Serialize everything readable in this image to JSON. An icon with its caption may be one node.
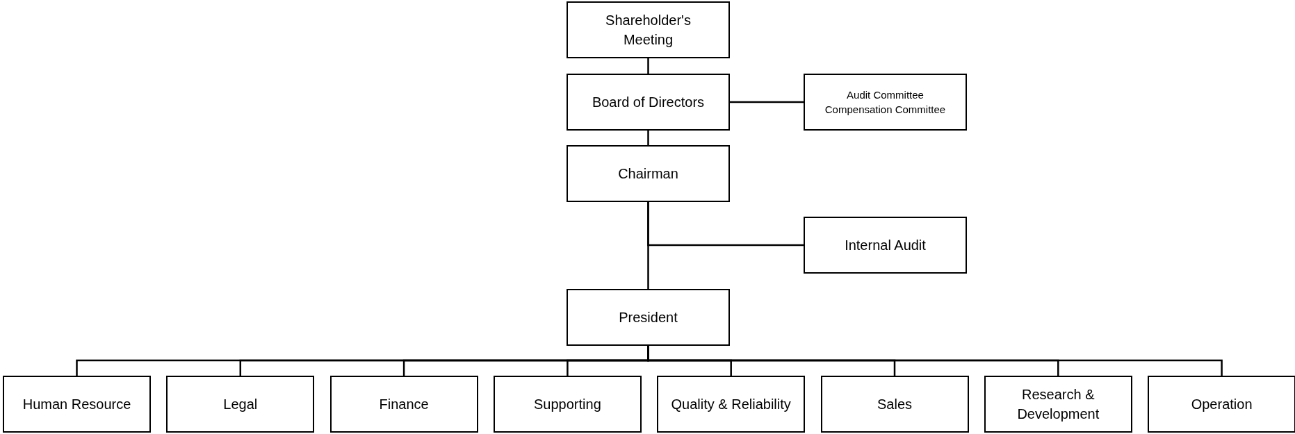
{
  "diagram": {
    "nodes": [
      {
        "text": [
          "Shareholder's Meeting"
        ]
      },
      {
        "text": [
          "Board of Directors"
        ]
      },
      {
        "text": [
          "Audit Committee",
          "Compensation Committee"
        ]
      },
      {
        "text": [
          "Chairman"
        ]
      },
      {
        "text": [
          "Internal Audit"
        ]
      },
      {
        "text": [
          "President"
        ]
      },
      {
        "text": [
          "Human Resource"
        ]
      },
      {
        "text": [
          "Legal"
        ]
      },
      {
        "text": [
          "Finance"
        ]
      },
      {
        "text": [
          "Supporting"
        ]
      },
      {
        "text": [
          "Quality & Reliability"
        ]
      },
      {
        "text": [
          "Sales"
        ]
      },
      {
        "text": [
          "Research & Development"
        ]
      },
      {
        "text": [
          "Operation"
        ]
      }
    ],
    "edges": [
      {
        "from": 0,
        "to": 1,
        "arrow": "none"
      },
      {
        "from": 1,
        "to": 2,
        "arrow": "none"
      },
      {
        "from": 1,
        "to": 3,
        "arrow": "none"
      },
      {
        "from": 3,
        "to": 4,
        "arrow": "none"
      },
      {
        "from": 3,
        "to": 5,
        "arrow": "none"
      },
      {
        "from": 5,
        "to": 6,
        "arrow": "none"
      },
      {
        "from": 5,
        "to": 7,
        "arrow": "none"
      },
      {
        "from": 5,
        "to": 8,
        "arrow": "none"
      },
      {
        "from": 5,
        "to": 9,
        "arrow": "none"
      },
      {
        "from": 5,
        "to": 10,
        "arrow": "none"
      },
      {
        "from": 5,
        "to": 11,
        "arrow": "none"
      },
      {
        "from": 5,
        "to": 12,
        "arrow": "none"
      },
      {
        "from": 5,
        "to": 13,
        "arrow": "none"
      }
    ]
  }
}
